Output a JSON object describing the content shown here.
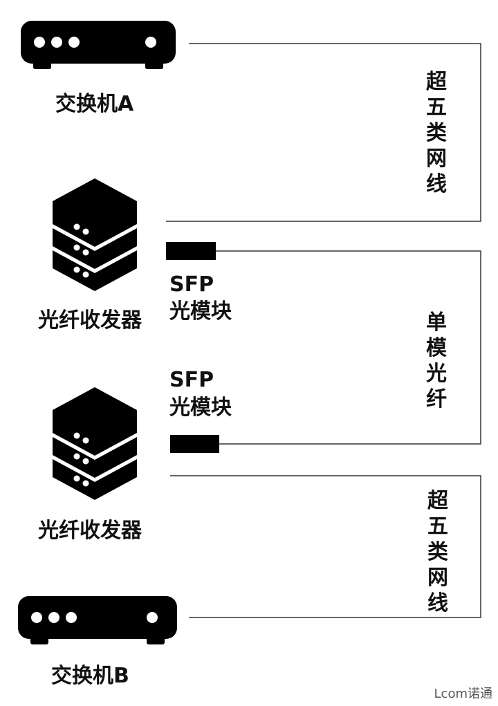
{
  "nodes": {
    "switch_a": {
      "label": "交换机A"
    },
    "transceiver_1": {
      "label": "光纤收发器"
    },
    "transceiver_2": {
      "label": "光纤收发器"
    },
    "switch_b": {
      "label": "交换机B"
    }
  },
  "modules": {
    "sfp_1": {
      "line1": "SFP",
      "line2": "光模块"
    },
    "sfp_2": {
      "line1": "SFP",
      "line2": "光模块"
    }
  },
  "links": {
    "cable_top": {
      "label": "超五类网线"
    },
    "fiber": {
      "label": "单模光纤"
    },
    "cable_bottom": {
      "label": "超五类网线"
    }
  },
  "watermark": "Lcom诺通",
  "colors": {
    "icon": "#000000",
    "line": "#333333",
    "background": "#ffffff"
  }
}
